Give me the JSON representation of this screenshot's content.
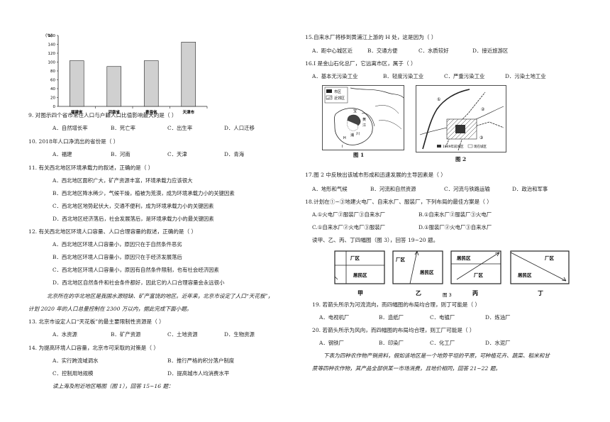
{
  "chart_data": {
    "type": "bar",
    "ylabel": "(%)",
    "categories": [
      "福建省",
      "河南省",
      "青海省",
      "天津市"
    ],
    "values": [
      103,
      90,
      103,
      145
    ],
    "ylim": [
      0,
      160
    ],
    "yticks": [
      0,
      20,
      40,
      60,
      80,
      100,
      120,
      140,
      160
    ],
    "grid": false
  },
  "left": {
    "q9": {
      "stem": "9.  对图示四个省市常住人口与户籍人口比值影响最大的是（     ）",
      "a": "A．自然增长率",
      "b": "B．死亡率",
      "c": "C．出生率",
      "d": "D．人口迁移"
    },
    "q10": {
      "stem": "10.  2018年人口净流出的省份是（     ）",
      "a": "A．福建",
      "b": "B．河南",
      "c": "C．天津",
      "d": "D．青海"
    },
    "q11": {
      "stem": "11.  有关西北地区环境承载力的叙述，正确的是（     ）",
      "a": "A．西北地区面积广大，矿产资源丰富，环境承载力应该很大",
      "b": "B．西北地区降水稀少，气候干燥，植被为荒漠，成为环境承载力小的关键因素",
      "c": "C．西北地区地势起伏大，交通不便利，成为环境承载力小的关键因素",
      "d": "D．西北地区经济落后，社会发展落后，是环境承载力小的最关键因素"
    },
    "q12": {
      "stem": "12.  有关西北地区环境人口容量、人口合理容量的叙述，正确的是（     ）",
      "a": "A．西北地区环境人口容量小，原因只在于自然条件恶劣",
      "b": "B．西北地区环境人口容量小，原因只在于经济发展落后",
      "c": "C．西北地区环境人口容量小，原因有自然条件限制，也有社会经济因素",
      "d": "D．西北地区自然条件和社会条件都好，因此它的人口合理容量会永远很小"
    },
    "passage1": "北京所在的华北地区是我国水源短缺、矿产富饶的地区。近年来，北京市设定了人口“天花板”，",
    "passage2": "计划 2020 年的人口总量控制在 2300 万以内，据此完成下面小题。",
    "q13": {
      "stem": "13.  北京市设定人口“天花板”的最主要限制性资源是（     ）",
      "a": "A．水资源",
      "b": "B．矿产资源",
      "c": "C．土地资源",
      "d": "D．生物资源"
    },
    "q14": {
      "stem": "14.  为提高环境人口容量，北京市可采取的对策是（     ）",
      "a": "A．实行跨流域调水",
      "b": "B．推行严格的积分落户制度",
      "c": "C．控制用地规模",
      "d": "D．提高城市人均消费水平"
    },
    "read1": "读上海及附近地区略图（图 1），回答 15~16 题："
  },
  "right": {
    "q15": {
      "stem": "15.自来水厂将移到黄浦江上游的 H 处，这是因为（     ）",
      "a": "A．距中心城区近",
      "b": "B．交通方便",
      "c": "C．水质较好",
      "d": "D．接近旅游区"
    },
    "q16": {
      "stem": "16.I 是金山石化总厂，它远离市区，属于（     ）",
      "a": "A．基本无污染工业",
      "b": "B．轻度污染工业",
      "c": "C．严重污染工业",
      "d": "D．污染土地工业"
    },
    "fig1": {
      "caption": "图 1",
      "legend_city": "市区",
      "legend_suburb": "近郊区",
      "labels": [
        "H",
        "I",
        "黄",
        "江",
        "宝",
        "川",
        "浦"
      ]
    },
    "fig2": {
      "caption": "图 2",
      "legend_1949": "1949年前城区",
      "legend_now": "现在城区",
      "labels": [
        "①",
        "②",
        "③"
      ]
    },
    "q17": {
      "stem": "17.图 2 中反映出该城市形成和迅速发展的主导因素是（     ）",
      "a": "A．地形和气候",
      "b": "B．河流和自然资源",
      "c": "C．河流与铁路运输",
      "d": "D．政治和军事"
    },
    "q18": {
      "stem": "18.计划在①~③地建火电厂、自来水厂、服装厂，下列布局的最佳方案是（     ）",
      "a": "A.①火电厂②服装厂③自来水厂",
      "b": "B.①自来水厂②服装厂③火电厂",
      "c": "C.①自来水厂②火电厂③服装厂",
      "d": "D.①服装厂②火电厂③自来水厂"
    },
    "read2": "读甲、乙、丙、丁四幅图（图 3），回答 19~20 题。",
    "fig3": {
      "factory": "厂区",
      "resident": "居民区",
      "names": [
        "甲",
        "乙",
        "丙",
        "丁"
      ],
      "caption": "图 3"
    },
    "q19": {
      "stem": "19.      若箭头所示为河流流向，而四幅图的布局均合理，则丁可能是（     ）",
      "a": "A．电视机厂",
      "b": "B．造纸厂",
      "c": "C．电镀厂",
      "d": "D．炼油厂"
    },
    "q20": {
      "stem": "20.   若箭头所示为风向，而四幅图的布局均合理，则工厂可能是（     ）",
      "a": "A．钢铁厂",
      "b": "B．印染厂",
      "c": "C．化工厂",
      "d": "D．水泥厂"
    },
    "passage3": "下表为四种农作物产销资料，假如该地区是一个地势平坦的平原，可种植花卉、蔬菜、稻米和甘",
    "passage4": "蔗等四种农作物，其产品全部供某一市场消费，且地价相同，回答 21~22 题。"
  }
}
